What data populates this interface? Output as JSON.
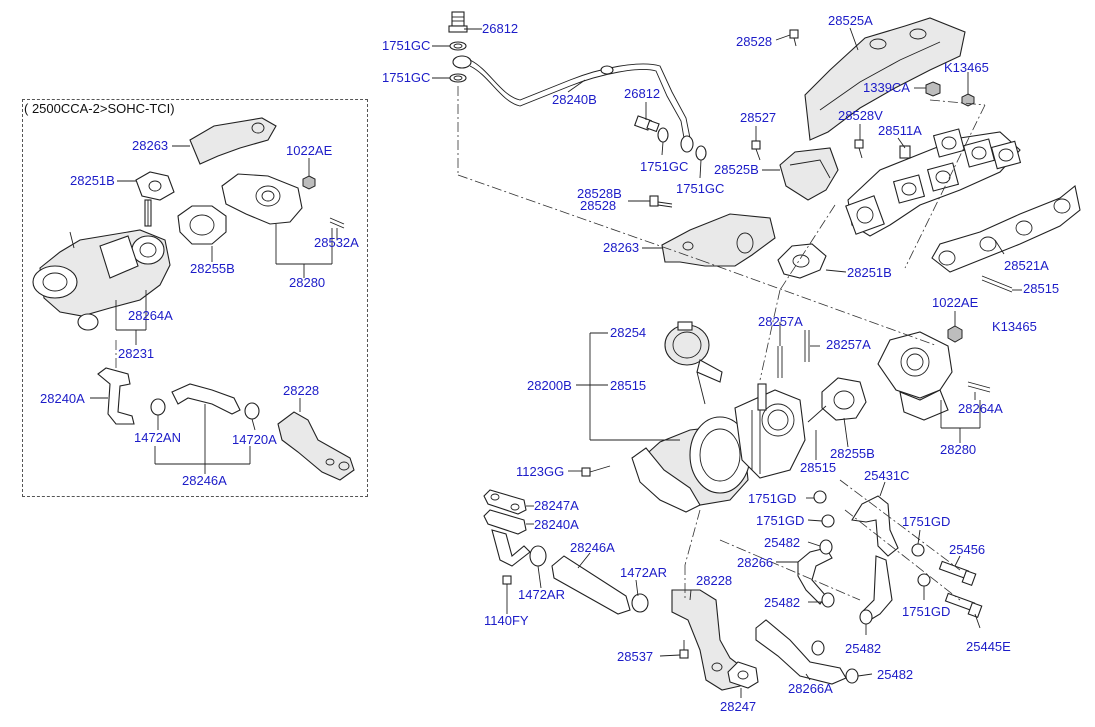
{
  "inset": {
    "caption": "(  2500CCA-2>SOHC-TCI)"
  },
  "labels": {
    "n26812_a": "26812",
    "n1751GC_a": "1751GC",
    "n1751GC_b": "1751GC",
    "n28240B": "28240B",
    "n26812_b": "26812",
    "n1751GC_c": "1751GC",
    "n1751GC_d": "1751GC",
    "n28528_a": "28528",
    "n28525A": "28525A",
    "nK13465_a": "K13465",
    "n1339CA": "1339CA",
    "n28527": "28527",
    "n28528V": "28528V",
    "n28511A": "28511A",
    "n28525B": "28525B",
    "n28528B": "28528B",
    "n28528_b": "28528",
    "n28263_main": "28263",
    "n28251B_main": "28251B",
    "n28521A": "28521A",
    "n28515_a": "28515",
    "n1022AE_main": "1022AE",
    "nK13465_b": "K13465",
    "n28254": "28254",
    "n28257A_a": "28257A",
    "n28257A_b": "28257A",
    "n28200B": "28200B",
    "n28515_b": "28515",
    "n28264A_main": "28264A",
    "n28255B_main": "28255B",
    "n28515_c": "28515",
    "n28280_main": "28280",
    "n1123GG": "1123GG",
    "n25431C": "25431C",
    "n1751GD_a": "1751GD",
    "n1751GD_b": "1751GD",
    "n1751GD_c": "1751GD",
    "n1751GD_d": "1751GD",
    "n28247A": "28247A",
    "n28240A_main": "28240A",
    "n28246A_main": "28246A",
    "n25482_a": "25482",
    "n25456": "25456",
    "n28266": "28266",
    "n25482_b": "25482",
    "n25445E": "25445E",
    "n1472AR_a": "1472AR",
    "n1472AR_b": "1472AR",
    "n28228_main": "28228",
    "n1140FY": "1140FY",
    "n28537": "28537",
    "n25482_c": "25482",
    "n25482_d": "25482",
    "n28266A": "28266A",
    "n28247": "28247",
    "i28263": "28263",
    "i1022AE": "1022AE",
    "i28251B": "28251B",
    "i28532A": "28532A",
    "i28255B": "28255B",
    "i28280": "28280",
    "i28264A": "28264A",
    "i28231": "28231",
    "i28228": "28228",
    "i28240A": "28240A",
    "i1472AN": "1472AN",
    "i14720A": "14720A",
    "i28246A": "28246A"
  }
}
